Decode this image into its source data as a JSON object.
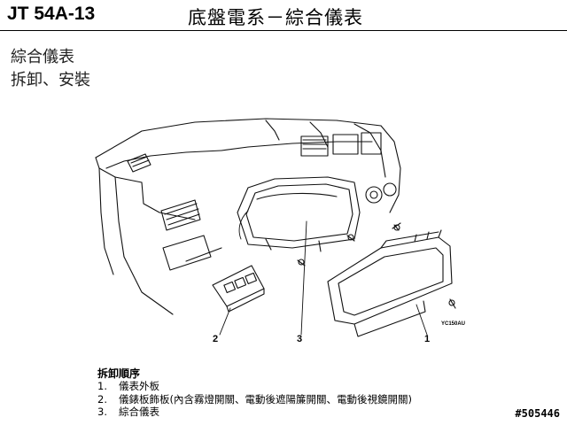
{
  "header": {
    "code": "JT 54A-13",
    "title": "底盤電系－綜合儀表"
  },
  "section": {
    "title": "綜合儀表",
    "subtitle": "拆卸、安裝"
  },
  "diagram": {
    "callouts": [
      "1",
      "2",
      "3"
    ],
    "figure_code": "YC150AU"
  },
  "procedure": {
    "title": "拆卸順序",
    "steps": [
      {
        "num": "1.",
        "text": "儀表外板"
      },
      {
        "num": "2.",
        "text": "儀錶板飾板(內含霧燈開關、電動後遮陽簾開關、電動後視鏡開關)"
      },
      {
        "num": "3.",
        "text": "綜合儀表"
      }
    ]
  },
  "doc_id": "#505446"
}
